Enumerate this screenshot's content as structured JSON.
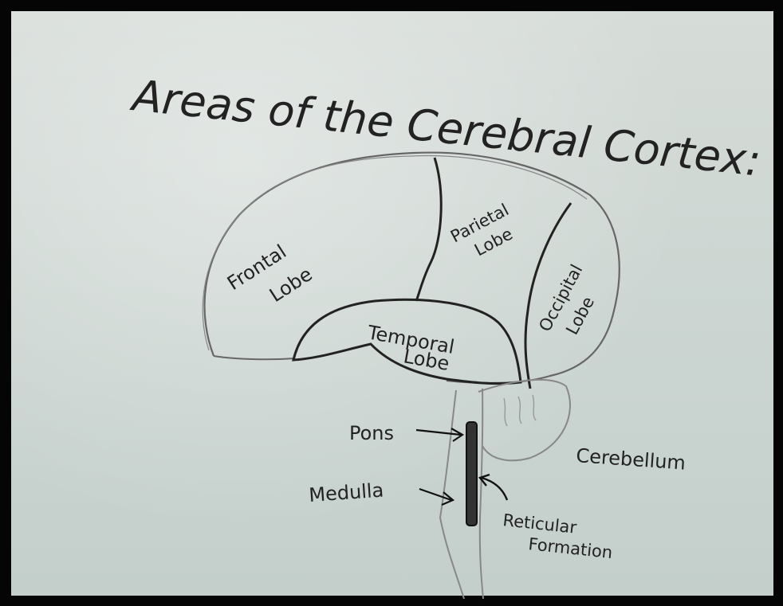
{
  "title": "Areas of the Cerebral Cortex:",
  "regions": {
    "frontal_1": "Frontal",
    "frontal_2": "Lobe",
    "parietal_1": "Parietal",
    "parietal_2": "Lobe",
    "occipital_1": "Occipital",
    "occipital_2": "Lobe",
    "temporal_1": "Temporal",
    "temporal_2": "Lobe"
  },
  "brainstem": {
    "pons": "Pons",
    "medulla": "Medulla",
    "cerebellum": "Cerebellum",
    "reticular_1": "Reticular",
    "reticular_2": "Formation"
  }
}
